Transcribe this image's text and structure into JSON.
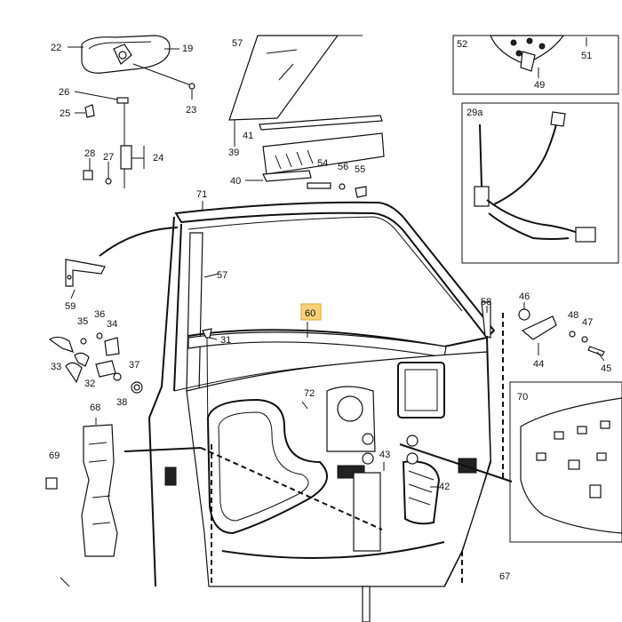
{
  "diagram": {
    "highlight_color": "#f5d27a",
    "highlighted_callout": "60",
    "callouts": {
      "c22": "22",
      "c19": "19",
      "c57top": "57",
      "c26": "26",
      "c23": "23",
      "c25": "25",
      "c28": "28",
      "c27": "27",
      "c24": "24",
      "c39": "39",
      "c41": "41",
      "c40": "40",
      "c54": "54",
      "c56": "56",
      "c55": "55",
      "c52": "52",
      "c51": "51",
      "c49": "49",
      "c29a": "29a",
      "c71": "71",
      "c57": "57",
      "c59": "59",
      "c60": "60",
      "c58": "58",
      "c46": "46",
      "c48": "48",
      "c47": "47",
      "c44": "44",
      "c45": "45",
      "c35": "35",
      "c36": "36",
      "c34": "34",
      "c33": "33",
      "c32": "32",
      "c31": "31",
      "c37": "37",
      "c38": "38",
      "c72": "72",
      "c68": "68",
      "c70": "70",
      "c69": "69",
      "c43": "43",
      "c42": "42",
      "c67": "67"
    }
  }
}
